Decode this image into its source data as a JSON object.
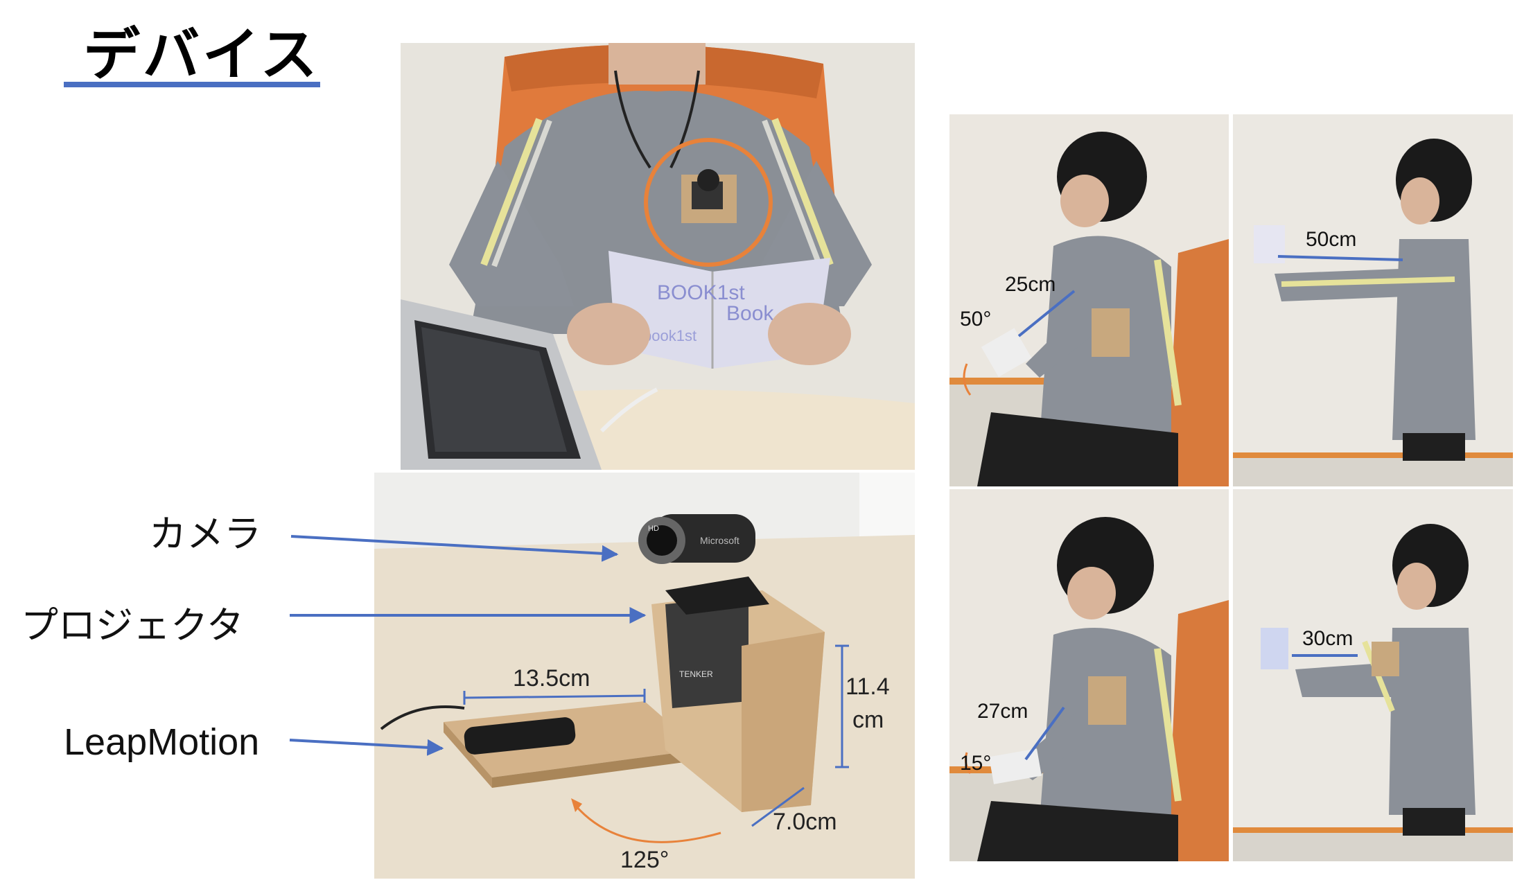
{
  "title": "デバイス",
  "labels": {
    "camera": "カメラ",
    "projector": "プロジェクタ",
    "leapmotion": "LeapMotion"
  },
  "device_photo": {
    "width": "13.5cm",
    "height_line1": "11.4",
    "height_line2": "cm",
    "depth": "7.0cm",
    "angle": "125°",
    "camera_brand": "Microsoft",
    "projector_brand": "TENKER",
    "camera_badge": "HD"
  },
  "seated_photo": {
    "book_text_1": "BOOK1st",
    "book_text_2": "Book",
    "book_text_3": "book1st"
  },
  "posture_photos": {
    "top_seated": {
      "distance": "25cm",
      "angle": "50°"
    },
    "top_standing": {
      "distance": "50cm"
    },
    "bottom_seated": {
      "distance": "27cm",
      "angle": "15°"
    },
    "bottom_standing": {
      "distance": "30cm"
    }
  },
  "colors": {
    "accent_blue": "#4a6fc2",
    "accent_orange": "#e8823a",
    "underline": "#4a6fc2"
  }
}
